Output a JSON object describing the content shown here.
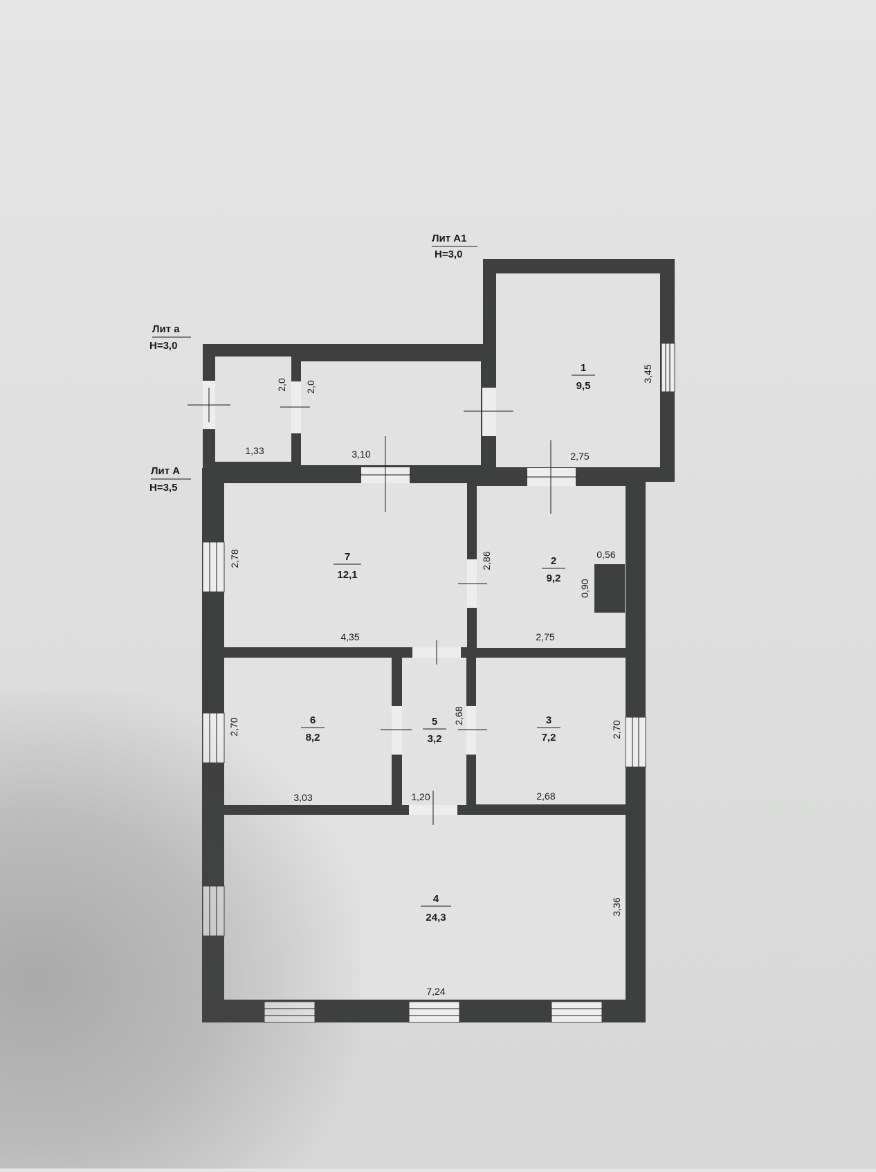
{
  "labels": {
    "lit_a1": "Лит А1",
    "lit_a1_height": "Н=3,0",
    "lit_a_small": "Лит а",
    "lit_a_small_height": "Н=3,0",
    "lit_a": "Лит А",
    "lit_a_height": "Н=3,5"
  },
  "rooms": [
    {
      "number": "1",
      "area": "9,5"
    },
    {
      "number": "2",
      "area": "9,2"
    },
    {
      "number": "3",
      "area": "7,2"
    },
    {
      "number": "4",
      "area": "24,3"
    },
    {
      "number": "5",
      "area": "3,2"
    },
    {
      "number": "6",
      "area": "8,2"
    },
    {
      "number": "7",
      "area": "12,1"
    }
  ],
  "dimensions": {
    "r1_height": "3,45",
    "r1_width": "2,75",
    "porch_left_width": "1,33",
    "porch_left_height": "2,0",
    "porch_right_width": "3,10",
    "porch_right_height": "2,0",
    "r7_height": "2,78",
    "r7_width": "4,35",
    "r2_height": "2,86",
    "r2_width": "2,75",
    "stove_width": "0,56",
    "stove_height": "0,90",
    "r6_height": "2,70",
    "r6_width": "3,03",
    "r5_height": "2,68",
    "r5_width": "1,20",
    "r3_height": "2,70",
    "r3_width": "2,68",
    "r4_height": "3,36",
    "r4_width": "7,24"
  },
  "colors": {
    "wall": "#3e3f3f",
    "paper": "#e1e2e1"
  }
}
